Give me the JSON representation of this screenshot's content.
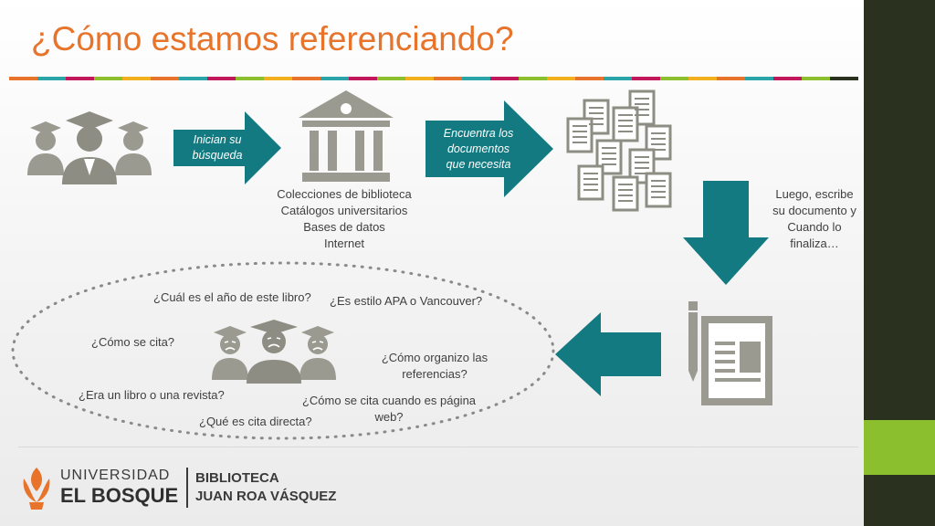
{
  "title": "¿Cómo estamos referenciando?",
  "stripe_colors": [
    "#e8732a",
    "#2aa4a8",
    "#c2185b",
    "#8cbf2e",
    "#f2b01e",
    "#e8732a",
    "#2aa4a8",
    "#c2185b",
    "#8cbf2e",
    "#f2b01e",
    "#e8732a",
    "#2aa4a8",
    "#c2185b",
    "#8cbf2e",
    "#f2b01e",
    "#e8732a",
    "#2aa4a8",
    "#c2185b",
    "#8cbf2e",
    "#f2b01e",
    "#e8732a",
    "#2aa4a8",
    "#c2185b",
    "#8cbf2e",
    "#f2b01e",
    "#e8732a",
    "#2aa4a8",
    "#c2185b",
    "#8cbf2e",
    "#2a321f"
  ],
  "colors": {
    "teal": "#127a80",
    "orange": "#e8732a",
    "gray_icon": "#9a9a90",
    "sidebar": "#2a321f",
    "sidebar_accent": "#8cbf2e"
  },
  "flow": {
    "arrow1_label": "Inician su búsqueda",
    "arrow2_label": "Encuentra los documentos que necesita",
    "resources": [
      "Colecciones de biblioteca",
      "Catálogos universitarios",
      "Bases de datos",
      "Internet"
    ],
    "writing_note": "Luego, escribe su documento  y  Cuando lo finaliza…"
  },
  "icons": {
    "students": "graduates-group-icon",
    "library": "library-building-icon",
    "documents": "documents-stack-icon",
    "document_writing": "document-pencil-icon"
  },
  "questions": [
    "¿Cuál es el año de este libro?",
    "¿Es estilo APA o Vancouver?",
    "¿Cómo se cita?",
    "¿Cómo organizo las referencias?",
    "¿Era un libro o una revista?",
    "¿Cómo se cita cuando es página web?",
    "¿Qué es cita directa?"
  ],
  "footer": {
    "university_line1": "UNIVERSIDAD",
    "university_line2": "EL BOSQUE",
    "library_line1": "BIBLIOTECA",
    "library_line2": "JUAN ROA VÁSQUEZ"
  }
}
